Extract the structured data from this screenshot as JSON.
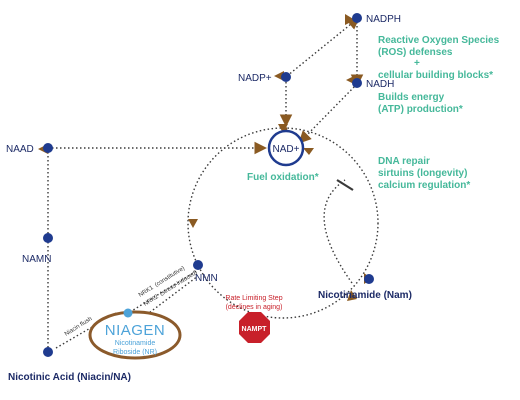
{
  "nodes": {
    "nadph": "NADPH",
    "nadp": "NADP+",
    "nadh": "NADH",
    "nad": "NAD+",
    "naad": "NAAD",
    "namn": "NAMN",
    "nmn": "NMN",
    "nam": "Nicotinamide (Nam)",
    "na": "Nicotinic Acid (Niacin/NA)"
  },
  "annotations": {
    "ros_line1": "Reactive Oxygen Species",
    "ros_line2": "(ROS) defenses",
    "ros_plus": "+",
    "ros_line3": "cellular building blocks*",
    "atp_line1": "Builds energy",
    "atp_line2": "(ATP) production*",
    "fuel": "Fuel oxidation*",
    "dna_line1": "DNA repair",
    "dna_line2": "sirtuins (longevity)",
    "dna_line3": "calcium regulation*"
  },
  "enzymes": {
    "nrk1": "NRK1",
    "nrk1_note": "(constitutive)",
    "nrk2": "NRK2",
    "nrk2_note": "(stress-induced)",
    "niacin_flush": "Niacin flush",
    "nampt": "NAMPT",
    "rls_line1": "Rate Limiting Step",
    "rls_line2": "(declines in aging)"
  },
  "niagen": {
    "brand": "NIAGEN",
    "sub1": "Nicotinamide",
    "sub2": "Riboside (NR)"
  },
  "colors": {
    "node": "#1f3b8f",
    "arrow": "#8a5a22",
    "teal": "#45b89a",
    "text": "#1c2a66",
    "red": "#c8202a",
    "brown": "#8b5a2b",
    "light_blue": "#4da3d9",
    "dot": "#3a3a3a"
  }
}
